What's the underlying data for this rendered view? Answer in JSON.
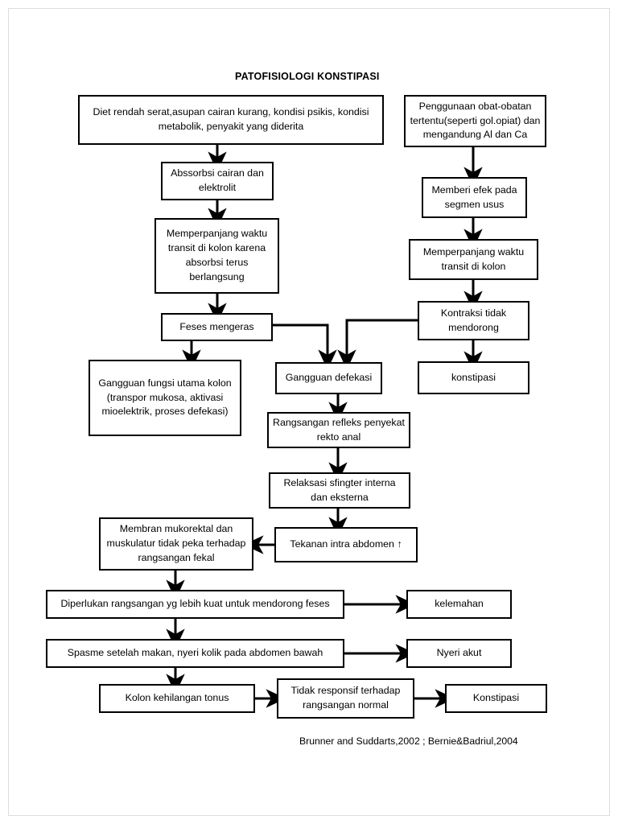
{
  "document": {
    "title": "PATOFISIOLOGI KONSTIPASI",
    "citation": "Brunner and Suddarts,2002 ; Bernie&Badriul,2004"
  },
  "diagram": {
    "type": "flowchart",
    "orientation": "top-down",
    "colors": {
      "box_border": "#000000",
      "box_fill": "#ffffff",
      "connector": "#000000",
      "page": "#ffffff"
    },
    "nodes": [
      {
        "id": "n1",
        "label": "Diet rendah serat,asupan cairan kurang, kondisi psikis, kondisi metabolik, penyakit yang diderita"
      },
      {
        "id": "n2",
        "label": "Abssorbsi cairan dan elektrolit"
      },
      {
        "id": "n3",
        "label": "Memperpanjang waktu transit di kolon karena absorbsi terus berlangsung"
      },
      {
        "id": "n4",
        "label": "Feses mengeras"
      },
      {
        "id": "n5",
        "label": "Gangguan fungsi utama kolon (transpor mukosa, aktivasi mioelektrik, proses defekasi)"
      },
      {
        "id": "n6",
        "label": "Penggunaan obat-obatan tertentu(seperti gol.opiat) dan mengandung Al dan Ca"
      },
      {
        "id": "n7",
        "label": "Memberi efek pada segmen usus"
      },
      {
        "id": "n8",
        "label": "Memperpanjang waktu transit di kolon"
      },
      {
        "id": "n9",
        "label": "Kontraksi tidak mendorong"
      },
      {
        "id": "n10",
        "label": "konstipasi"
      },
      {
        "id": "n11",
        "label": "Gangguan defekasi"
      },
      {
        "id": "n12",
        "label": "Rangsangan refleks penyekat rekto anal"
      },
      {
        "id": "n13",
        "label": "Relaksasi sfingter interna dan eksterna"
      },
      {
        "id": "n14",
        "label": "Tekanan intra abdomen ↑"
      },
      {
        "id": "n15",
        "label": "Membran mukorektal dan muskulatur tidak peka terhadap rangsangan fekal"
      },
      {
        "id": "n16",
        "label": "Diperlukan rangsangan yg lebih kuat untuk mendorong feses"
      },
      {
        "id": "n17",
        "label": "kelemahan"
      },
      {
        "id": "n18",
        "label": "Spasme setelah makan, nyeri kolik pada abdomen bawah"
      },
      {
        "id": "n19",
        "label": "Nyeri akut"
      },
      {
        "id": "n20",
        "label": "Kolon kehilangan tonus"
      },
      {
        "id": "n21",
        "label": "Tidak responsif terhadap rangsangan normal"
      },
      {
        "id": "n22",
        "label": "Konstipasi"
      }
    ],
    "edges": [
      {
        "from": "n1",
        "to": "n2",
        "style": "straight-down"
      },
      {
        "from": "n2",
        "to": "n3",
        "style": "straight-down"
      },
      {
        "from": "n3",
        "to": "n4",
        "style": "straight-down"
      },
      {
        "from": "n4",
        "to": "n5",
        "style": "straight-down"
      },
      {
        "from": "n4",
        "to": "n11",
        "style": "elbow-right-down"
      },
      {
        "from": "n6",
        "to": "n7",
        "style": "straight-down"
      },
      {
        "from": "n7",
        "to": "n8",
        "style": "straight-down"
      },
      {
        "from": "n8",
        "to": "n9",
        "style": "straight-down"
      },
      {
        "from": "n9",
        "to": "n10",
        "style": "straight-down"
      },
      {
        "from": "n9",
        "to": "n11",
        "style": "elbow-left-down"
      },
      {
        "from": "n11",
        "to": "n12",
        "style": "straight-down"
      },
      {
        "from": "n12",
        "to": "n13",
        "style": "straight-down"
      },
      {
        "from": "n13",
        "to": "n14",
        "style": "straight-down"
      },
      {
        "from": "n14",
        "to": "n15",
        "style": "straight-left"
      },
      {
        "from": "n15",
        "to": "n16",
        "style": "straight-down"
      },
      {
        "from": "n16",
        "to": "n17",
        "style": "straight-right"
      },
      {
        "from": "n16",
        "to": "n18",
        "style": "straight-down"
      },
      {
        "from": "n18",
        "to": "n19",
        "style": "straight-right"
      },
      {
        "from": "n18",
        "to": "n20",
        "style": "straight-down"
      },
      {
        "from": "n20",
        "to": "n21",
        "style": "straight-right"
      },
      {
        "from": "n21",
        "to": "n22",
        "style": "straight-right"
      }
    ]
  }
}
